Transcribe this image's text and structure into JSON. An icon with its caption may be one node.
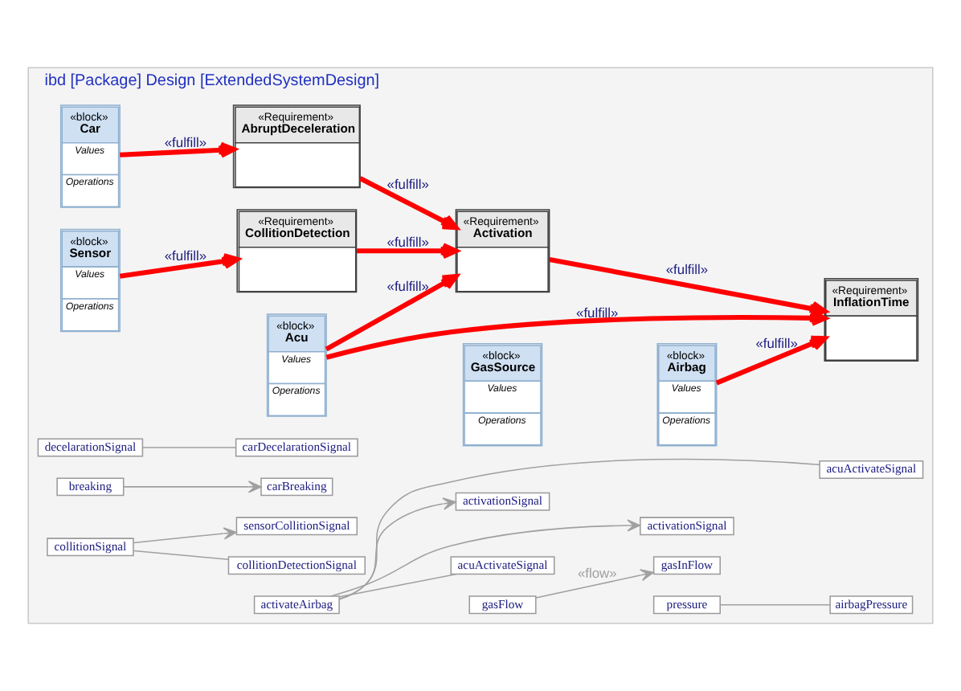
{
  "diagram": {
    "nodes": [
      {
        "text": [
          "ibd [Package] Design [ExtendedSystemDesign]"
        ]
      },
      {
        "text": [
          "«Requirement»",
          "AbruptDeceleration"
        ],
        "in": 0
      },
      {
        "text": [
          "«block»",
          "Car",
          "Values",
          "Operations"
        ],
        "in": 0
      },
      {
        "text": [
          "«block»",
          "Sensor",
          "Values",
          "Operations"
        ],
        "in": 0
      },
      {
        "text": [
          "«Requirement»",
          "CollitionDetection"
        ],
        "in": 0
      },
      {
        "text": [
          "«block»",
          "Acu",
          "Values",
          "Operations"
        ],
        "in": 0
      },
      {
        "text": [
          "«Requirement»",
          "Activation"
        ],
        "in": 0
      },
      {
        "text": [
          "«block»",
          "Airbag",
          "Values",
          "Operations"
        ],
        "in": 0
      },
      {
        "text": [
          "«block»",
          "GasSource",
          "Values",
          "Operations"
        ],
        "in": 0
      },
      {
        "text": [
          "«Requirement»",
          "InflationTime"
        ],
        "in": 0
      },
      {
        "text": [
          "carDecelarationSignal"
        ],
        "in": 0
      },
      {
        "text": [
          "decelarationSignal"
        ],
        "in": 0
      },
      {
        "text": [
          "breaking"
        ],
        "in": 0
      },
      {
        "text": [
          "collitionDetectionSignal"
        ],
        "in": 0
      },
      {
        "text": [
          "collitionSignal"
        ],
        "in": 0
      },
      {
        "text": [
          "carBreaking"
        ],
        "in": 0
      },
      {
        "text": [
          "sensorCollitionSignal"
        ],
        "in": 0
      },
      {
        "text": [
          "activateAirbag"
        ],
        "in": 0
      },
      {
        "text": [
          "acuActivateSignal"
        ],
        "in": 0
      },
      {
        "text": [
          "activationSignal"
        ],
        "in": 0
      },
      {
        "text": [
          "activationSignal"
        ],
        "in": 0
      },
      {
        "text": [
          "gasInFlow"
        ],
        "in": 0
      },
      {
        "text": [
          "gasFlow"
        ],
        "in": 0
      },
      {
        "text": [
          "acuActivateSignal"
        ],
        "in": 0
      },
      {
        "text": [
          "pressure"
        ],
        "in": 0
      },
      {
        "text": [
          "airbagPressure"
        ],
        "in": 0
      }
    ],
    "edges": [
      {
        "from": 11,
        "to": 10,
        "arrow": "none"
      },
      {
        "from": 12,
        "to": 15,
        "arrow": "to"
      },
      {
        "from": 14,
        "to": 16,
        "arrow": "to"
      },
      {
        "from": 14,
        "to": 13,
        "arrow": "none"
      },
      {
        "from": 17,
        "to": 19,
        "arrow": "to"
      },
      {
        "from": 17,
        "to": 20,
        "arrow": "to"
      },
      {
        "from": 17,
        "to": 18,
        "arrow": "none"
      },
      {
        "from": 17,
        "to": 23,
        "arrow": "none"
      },
      {
        "from": 22,
        "to": 21,
        "arrow": "to",
        "label": "«flow»"
      },
      {
        "from": 24,
        "to": 25,
        "arrow": "none"
      },
      {
        "from": 2,
        "to": 1,
        "arrow": "to",
        "label": "«fulfill»",
        "style": "thick",
        "color": "#ff0000"
      },
      {
        "from": 1,
        "to": 6,
        "arrow": "to",
        "label": "«fulfill»",
        "style": "thick",
        "color": "#ff0000"
      },
      {
        "from": 3,
        "to": 4,
        "arrow": "to",
        "label": "«fulfill»",
        "style": "thick",
        "color": "#ff0000"
      },
      {
        "from": 4,
        "to": 6,
        "arrow": "to",
        "label": "«fulfill»",
        "style": "thick",
        "color": "#ff0000"
      },
      {
        "from": 5,
        "to": 6,
        "arrow": "to",
        "label": "«fulfill»",
        "style": "thick",
        "color": "#ff0000"
      },
      {
        "from": 5,
        "to": 9,
        "arrow": "to",
        "label": "«fulfill»",
        "style": "thick",
        "color": "#ff0000"
      },
      {
        "from": 6,
        "to": 9,
        "arrow": "to",
        "label": "«fulfill»",
        "style": "thick",
        "color": "#ff0000"
      },
      {
        "from": 7,
        "to": 9,
        "arrow": "to",
        "label": "«fulfill»",
        "style": "thick",
        "color": "#ff0000"
      }
    ]
  }
}
